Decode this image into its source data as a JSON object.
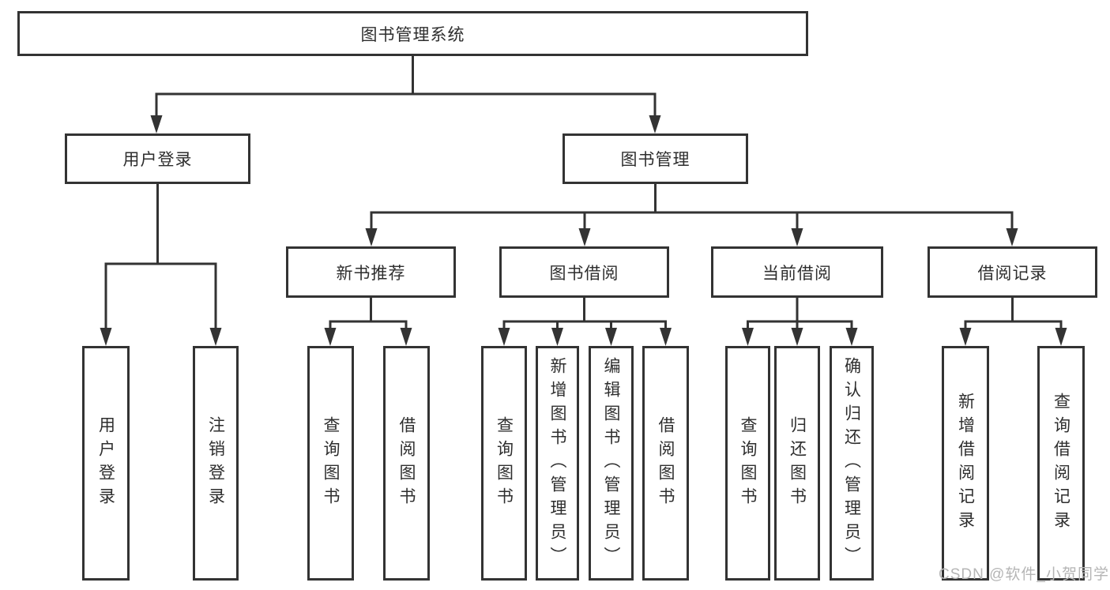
{
  "diagram": {
    "root": {
      "label": "图书管理系统"
    },
    "level2": [
      {
        "label": "用户登录"
      },
      {
        "label": "图书管理"
      }
    ],
    "level3": [
      {
        "label": "新书推荐"
      },
      {
        "label": "图书借阅"
      },
      {
        "label": "当前借阅"
      },
      {
        "label": "借阅记录"
      }
    ],
    "leaves": {
      "user_login": [
        {
          "label": "用户登录"
        },
        {
          "label": "注销登录"
        }
      ],
      "new_book": [
        {
          "label": "查询图书"
        },
        {
          "label": "借阅图书"
        }
      ],
      "book_borrow": [
        {
          "label": "查询图书"
        },
        {
          "label": "新增图书（管理员）"
        },
        {
          "label": "编辑图书（管理员）"
        },
        {
          "label": "借阅图书"
        }
      ],
      "current_borrow": [
        {
          "label": "查询图书"
        },
        {
          "label": "归还图书"
        },
        {
          "label": "确认归还（管理员）"
        }
      ],
      "borrow_records": [
        {
          "label": "新增借阅记录"
        },
        {
          "label": "查询借阅记录"
        }
      ]
    },
    "watermark": "CSDN @软件_小贺同学",
    "colors": {
      "line": "#333333",
      "text": "#2e2e2e",
      "watermark": "#b5b5b5",
      "background": "#ffffff"
    }
  }
}
